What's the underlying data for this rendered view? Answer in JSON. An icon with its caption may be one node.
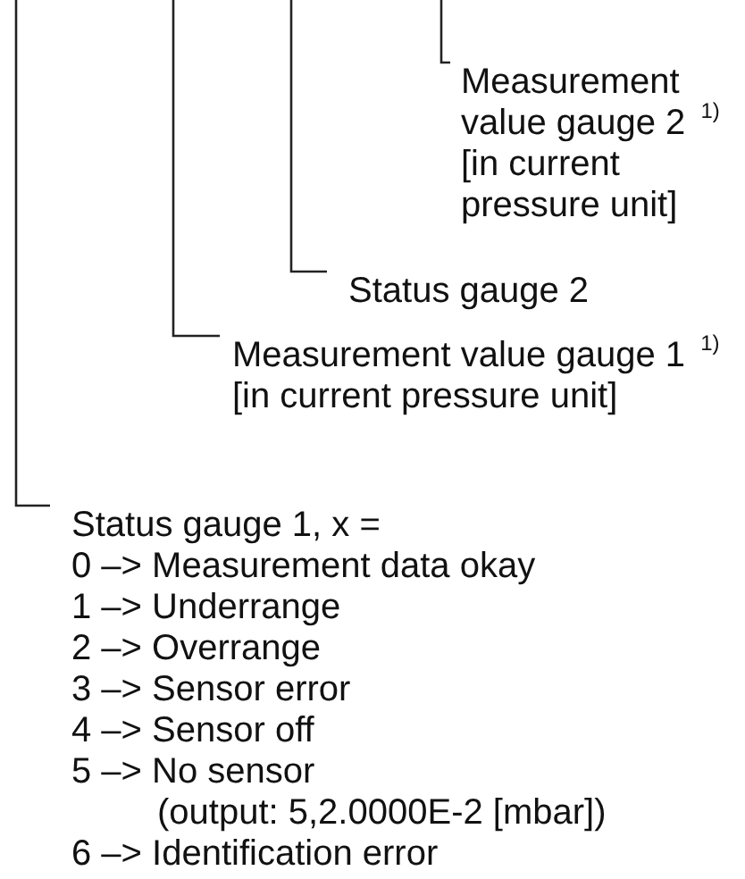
{
  "diagram": {
    "nodes": [
      {
        "text": [
          "Measurement value gauge 2 $^{1)}$ [in current pressure unit]"
        ]
      },
      {
        "text": [
          "Status gauge 2"
        ]
      },
      {
        "text": [
          "Measurement value gauge 1 $^{1)}$ [in current pressure unit]"
        ]
      },
      {
        "text": [
          "Status gauge 1, x =",
          "0 –> Measurement data okay",
          "1 –> Underrange",
          "2 –> Overrange",
          "3 –> Sensor error",
          "4 –> Sensor off",
          "5 –> No sensor",
          "(output: 5,2.0000E-2 [mbar])",
          "6 –> Identification error"
        ]
      }
    ],
    "edges": [
      {
        "from": null,
        "to": 0,
        "arrow": "none"
      },
      {
        "from": null,
        "to": 1,
        "arrow": "none"
      },
      {
        "from": null,
        "to": 2,
        "arrow": "none"
      },
      {
        "from": null,
        "to": 3,
        "arrow": "none"
      }
    ]
  }
}
